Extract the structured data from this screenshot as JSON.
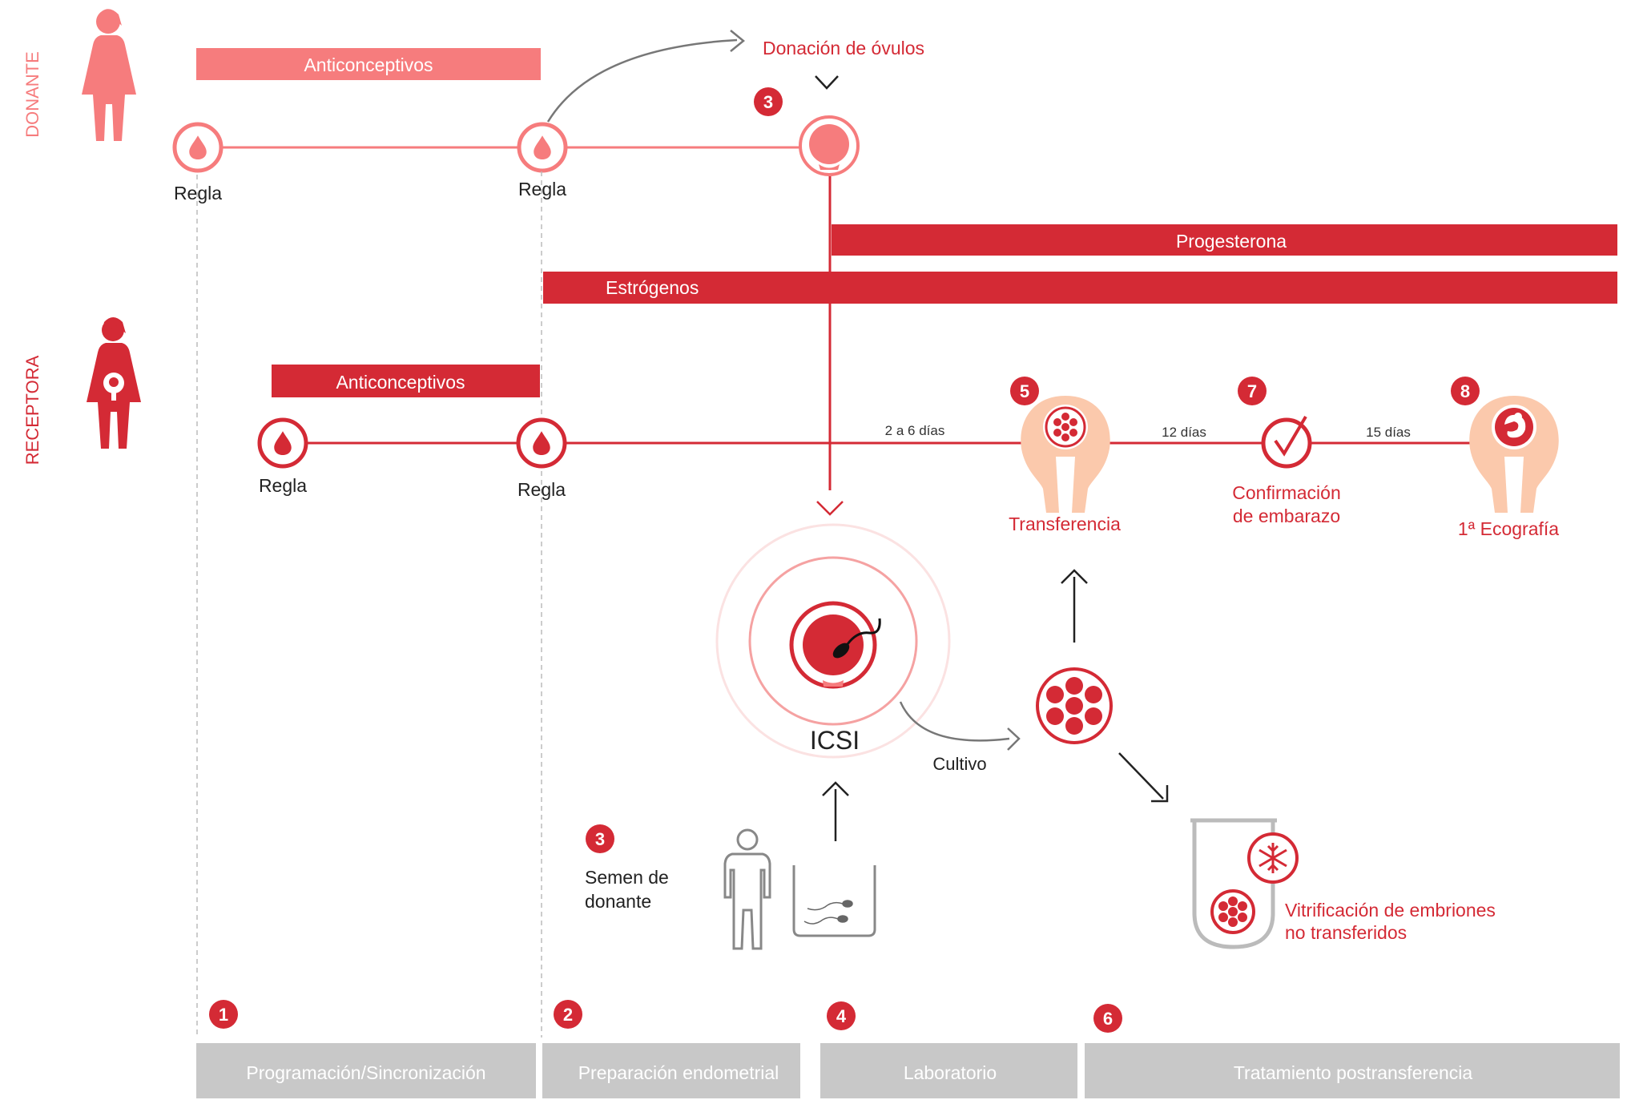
{
  "labels": {
    "donor": "DONANTE",
    "recipient": "RECEPTORA",
    "egg_donation": "Donación de óvulos",
    "contraceptives_donor": "Anticonceptivos",
    "contraceptives_recipient": "Anticonceptivos",
    "progesterone": "Progesterona",
    "estrogens": "Estrógenos",
    "period": "Regla",
    "interval_2_6": "2 a 6 días",
    "interval_12": "12 días",
    "interval_15": "15 días",
    "transfer": "Transferencia",
    "pregnancy_confirm_1": "Confirmación",
    "pregnancy_confirm_2": "de embarazo",
    "ultrasound": "1ª Ecografía",
    "icsi": "ICSI",
    "culture": "Cultivo",
    "donor_semen_1": "Semen de",
    "donor_semen_2": "donante",
    "vitrification_1": "Vitrificación de embriones",
    "vitrification_2": "no transferidos"
  },
  "badges": {
    "b1": "1",
    "b2": "2",
    "b3a": "3",
    "b3b": "3",
    "b4": "4",
    "b5": "5",
    "b6": "6",
    "b7": "7",
    "b8": "8"
  },
  "phases": [
    "Programación/Sincronización",
    "Preparación endometrial",
    "Laboratorio",
    "Tratamiento postransferencia"
  ],
  "colors": {
    "light": "#f67c7d",
    "dark": "#d42a35",
    "peach": "#fbc9ac",
    "gray_bar": "#c8c8c8",
    "gray_line": "#777777"
  }
}
